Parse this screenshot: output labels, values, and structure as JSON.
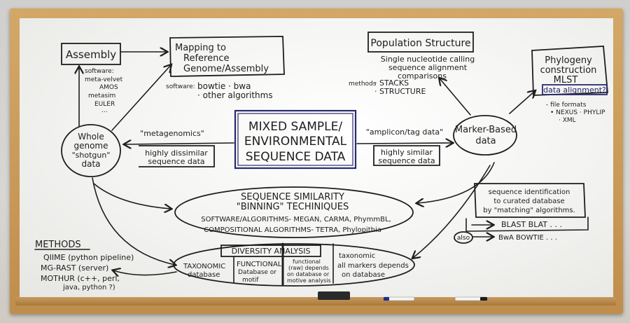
{
  "center": {
    "l1": "MIXED SAMPLE/",
    "l2": "ENVIRONMENTAL",
    "l3": "SEQUENCE DATA"
  },
  "assembly": {
    "title": "Assembly",
    "software_label": "software:",
    "items": [
      "meta-velvet",
      "AMOS",
      "metasim",
      "EULER",
      "..."
    ]
  },
  "mapping": {
    "l1": "Mapping to",
    "l2": "Reference",
    "l3": "Genome/Assembly",
    "software_label": "software:",
    "l4": "bowtie · bwa",
    "l5": "· other algorithms"
  },
  "population": {
    "title": "Population Structure",
    "l1": "Single nucleotide calling",
    "l2": "sequence alignment",
    "l3": "comparisons",
    "methods_label": "methods",
    "m1": "· STACKS",
    "m2": "· STRUCTURE"
  },
  "phylogeny": {
    "l1": "Phylogeny",
    "l2": "construction",
    "l3": "MLST",
    "l4": "data alignment?",
    "f1": "- file formats",
    "f2": "• NEXUS · PHYLIP",
    "f3": "· XML"
  },
  "shotgun": {
    "l1": "Whole",
    "l2": "genome",
    "l3": "\"shotgun\"",
    "l4": "data",
    "quote": "\"metagenomics\"",
    "box1": "highly dissimilar",
    "box2": "sequence data"
  },
  "marker": {
    "l1": "Marker-Based",
    "l2": "data",
    "quote": "\"amplicon/tag data\"",
    "box1": "highly similar",
    "box2": "sequence data"
  },
  "similarity": {
    "l1": "SEQUENCE SIMILARITY",
    "l2": "\"BINNING\" TECHINIQUES",
    "l3": "SOFTWARE/ALGORITHMS- MEGAN, CARMA, PhymmBL,",
    "l4": "COMPOSITIONAL ALGORITHMS- TETRA, Phylopithia"
  },
  "identification": {
    "l1": "sequence identification",
    "l2": "to curated database",
    "l3": "by \"matching\" algorithms.",
    "b1": "BLAST  BLAT  . . .",
    "also": "also",
    "b2": "BwA  BOWTIE . . ."
  },
  "diversity": {
    "title": "DIVERSITY ANALYSIS",
    "tax": "TAXONOMIC",
    "tax2": "database",
    "func": "FUNCTIONAL",
    "func2": "Database or",
    "func3": "motif",
    "raw1": "functional",
    "raw2": "(raw) depends",
    "raw3": "on database or",
    "raw4": "motive analysis",
    "all1": "taxonomic",
    "all2": "all markers depends",
    "all3": "on database"
  },
  "methods": {
    "title": "METHODS",
    "q": "QIIME (python pipeline)",
    "mg": "MG-RAST (server)",
    "mo": "MOTHUR (c++, perl,",
    "mo2": "java, python ?)"
  }
}
